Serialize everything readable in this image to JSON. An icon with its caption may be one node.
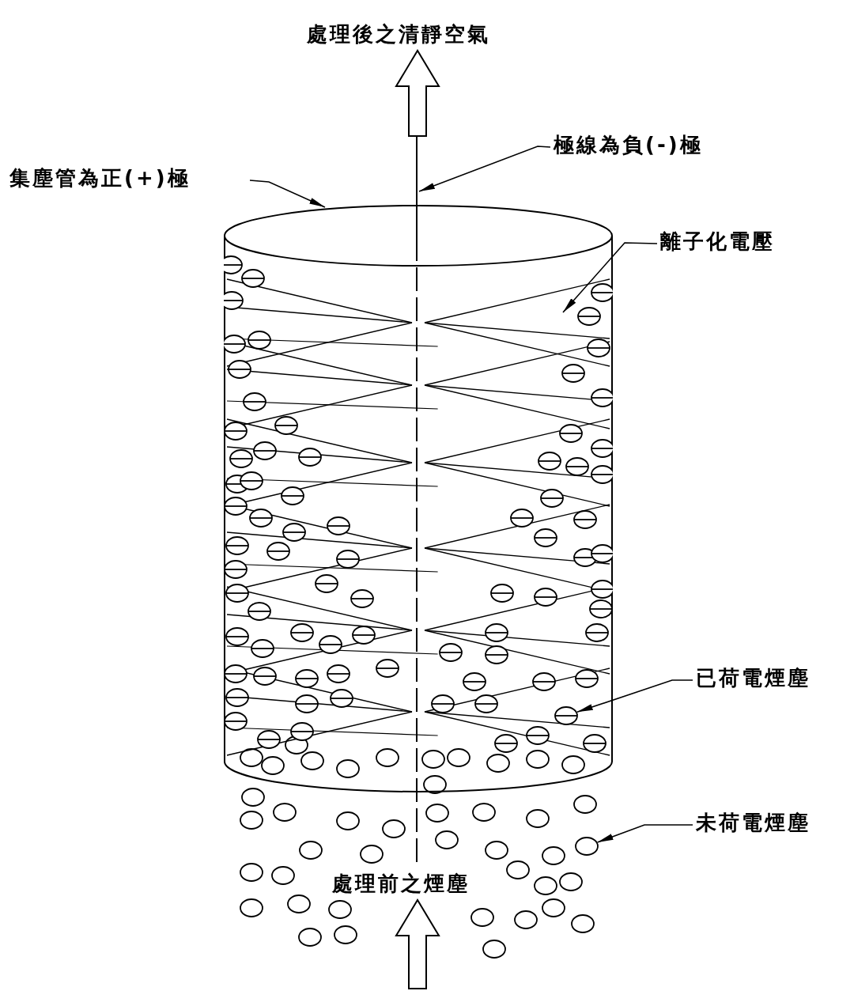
{
  "diagram": {
    "nodes": [
      {
        "text": [
          "處理後之清靜空氣"
        ]
      },
      {
        "text": [
          "極線為負(-)極"
        ]
      },
      {
        "text": [
          "集塵管為正(+)極"
        ]
      },
      {
        "text": [
          "離子化電壓"
        ]
      },
      {
        "text": [
          "已荷電煙塵"
        ]
      },
      {
        "text": [
          "未荷電煙塵"
        ]
      },
      {
        "text": [
          "處理前之煙塵"
        ]
      },
      {
        "text": [],
        "shape": "cylinder"
      },
      {
        "text": [],
        "shape": "line"
      },
      {
        "text": [],
        "shape": "circle",
        "in": 7
      },
      {
        "text": [],
        "shape": "circle"
      }
    ],
    "edges": [
      {
        "from": 1,
        "to": 8,
        "arrow": "to"
      },
      {
        "from": 2,
        "to": 7,
        "arrow": "to"
      },
      {
        "from": 3,
        "to": null,
        "arrow": "to"
      },
      {
        "from": 4,
        "to": 9,
        "arrow": "to"
      },
      {
        "from": 5,
        "to": 10,
        "arrow": "to"
      },
      {
        "from": 8,
        "to": 0,
        "arrow": "to",
        "style": "thick"
      },
      {
        "from": null,
        "to": 6,
        "arrow": "to",
        "style": "thick"
      }
    ]
  }
}
